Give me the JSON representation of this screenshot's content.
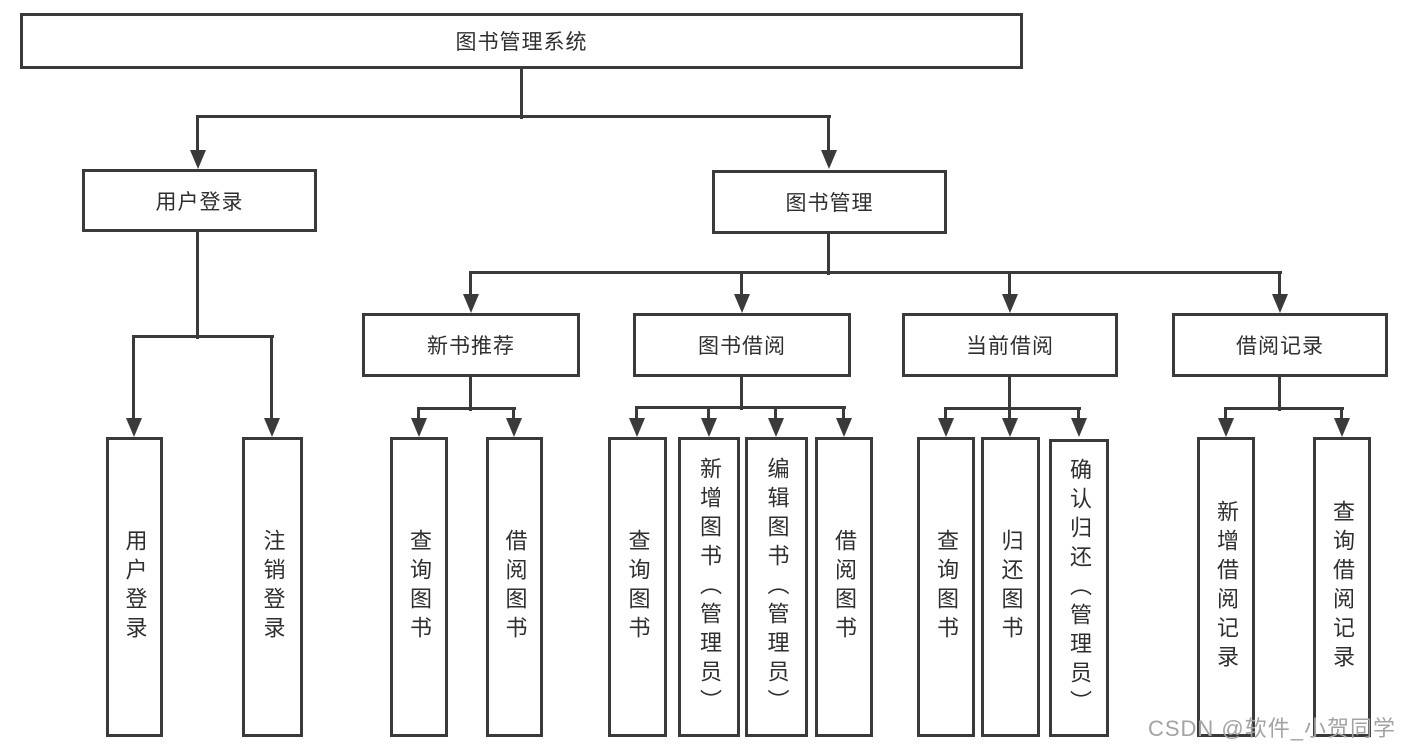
{
  "tree": {
    "root": "图书管理系统",
    "branches": [
      {
        "label": "用户登录",
        "children": [
          "用户登录",
          "注销登录"
        ]
      },
      {
        "label": "图书管理",
        "children": [
          {
            "label": "新书推荐",
            "children": [
              "查询图书",
              "借阅图书"
            ]
          },
          {
            "label": "图书借阅",
            "children": [
              "查询图书",
              "新增图书（管理员）",
              "编辑图书（管理员）",
              "借阅图书"
            ]
          },
          {
            "label": "当前借阅",
            "children": [
              "查询图书",
              "归还图书",
              "确认归还（管理员）"
            ]
          },
          {
            "label": "借阅记录",
            "children": [
              "新增借阅记录",
              "查询借阅记录"
            ]
          }
        ]
      }
    ]
  },
  "watermark": "CSDN @软件_小贺同学",
  "colors": {
    "line": "#3a3a3a",
    "text": "#2f2f2f",
    "background": "#ffffff",
    "watermark": "#a3a3a3"
  }
}
